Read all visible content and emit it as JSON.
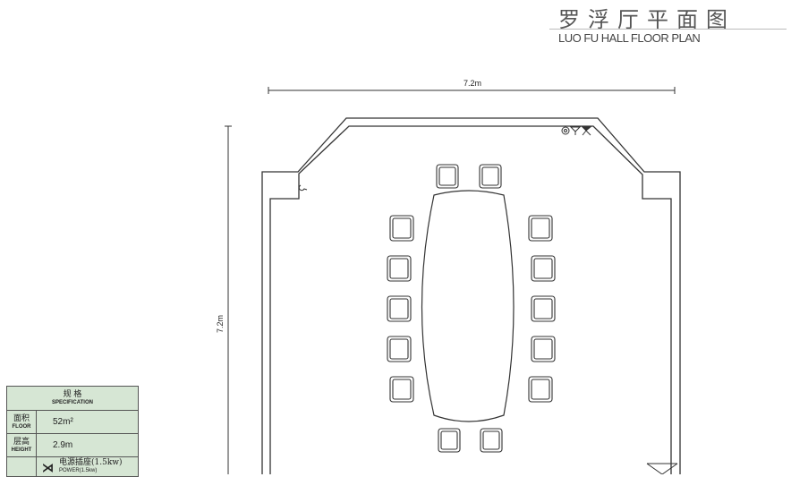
{
  "title": {
    "cn": "罗浮厅平面图",
    "en": "LUO FU HALL FLOOR PLAN"
  },
  "dimensions": {
    "width": "7.2m",
    "depth": "7.2m"
  },
  "spec": {
    "header_cn": "规 格",
    "header_en": "SPECIFICATION",
    "rows": [
      {
        "label_cn": "面积",
        "label_en": "FLOOR",
        "value": "52m²"
      },
      {
        "label_cn": "层高",
        "label_en": "HEIGHT",
        "value": "2.9m"
      }
    ],
    "power": {
      "icon": "power-outlet-icon",
      "cn": "电源插座(1.5kw)",
      "en": "POWER(1.5kw)"
    }
  }
}
